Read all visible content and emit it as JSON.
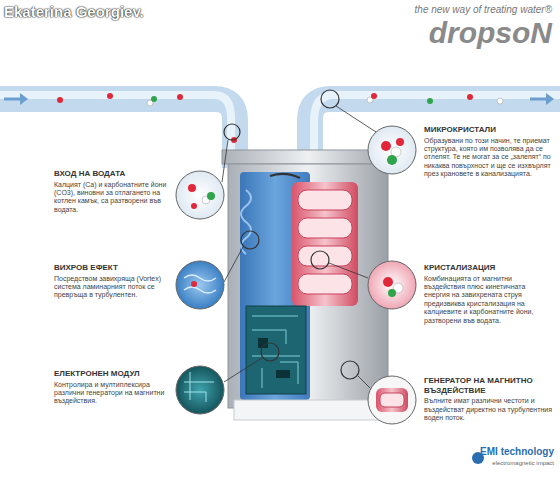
{
  "diagram": {
    "nodes": [
      {
        "text": [
          "ВХОД НА ВОДАТА",
          "Калцият (Ca) и карбонатните йони (CO3), виновни за отлагането на котлен камък, са разтворени във водата."
        ]
      },
      {
        "text": [
          "ВИХРОВ ЕФЕКТ",
          "Посредством завихряща (Vortex) система ламинарният поток се превръща в турбулентен."
        ]
      },
      {
        "text": [
          "ЕЛЕКТРОНЕН МОДУЛ",
          "Контролира и мултиплексира различни генератори на магнитни въздействия."
        ]
      },
      {
        "text": [
          "МИКРОКРИСТАЛИ",
          "Образувани по този начин, те приемат структура, която им позволява да се отлепят. Те не могат за се „залепят“ по никаква повърхност и ще се изхвърлят през крановете в канализацията."
        ]
      },
      {
        "text": [
          "КРИСТАЛИЗАЦИЯ",
          "Комбинацията от магнитни въздействия плюс кинетичната енергия на завихрената струя предизвиква кристализация на калциевите и карбонатните йони, разтворени във водата."
        ]
      },
      {
        "text": [
          "ГЕНЕРАТОР НА МАГНИТНО ВЪЗДЕЙСТВИЕ",
          "Вълните имат различни честоти и въздействат директно на турбулентния воден поток."
        ]
      }
    ],
    "labels": [
      "Ekaterina Georgiev.",
      "the new way of treating water®",
      "dropsoN",
      "EMI technology",
      "electromagnetic impact"
    ]
  }
}
